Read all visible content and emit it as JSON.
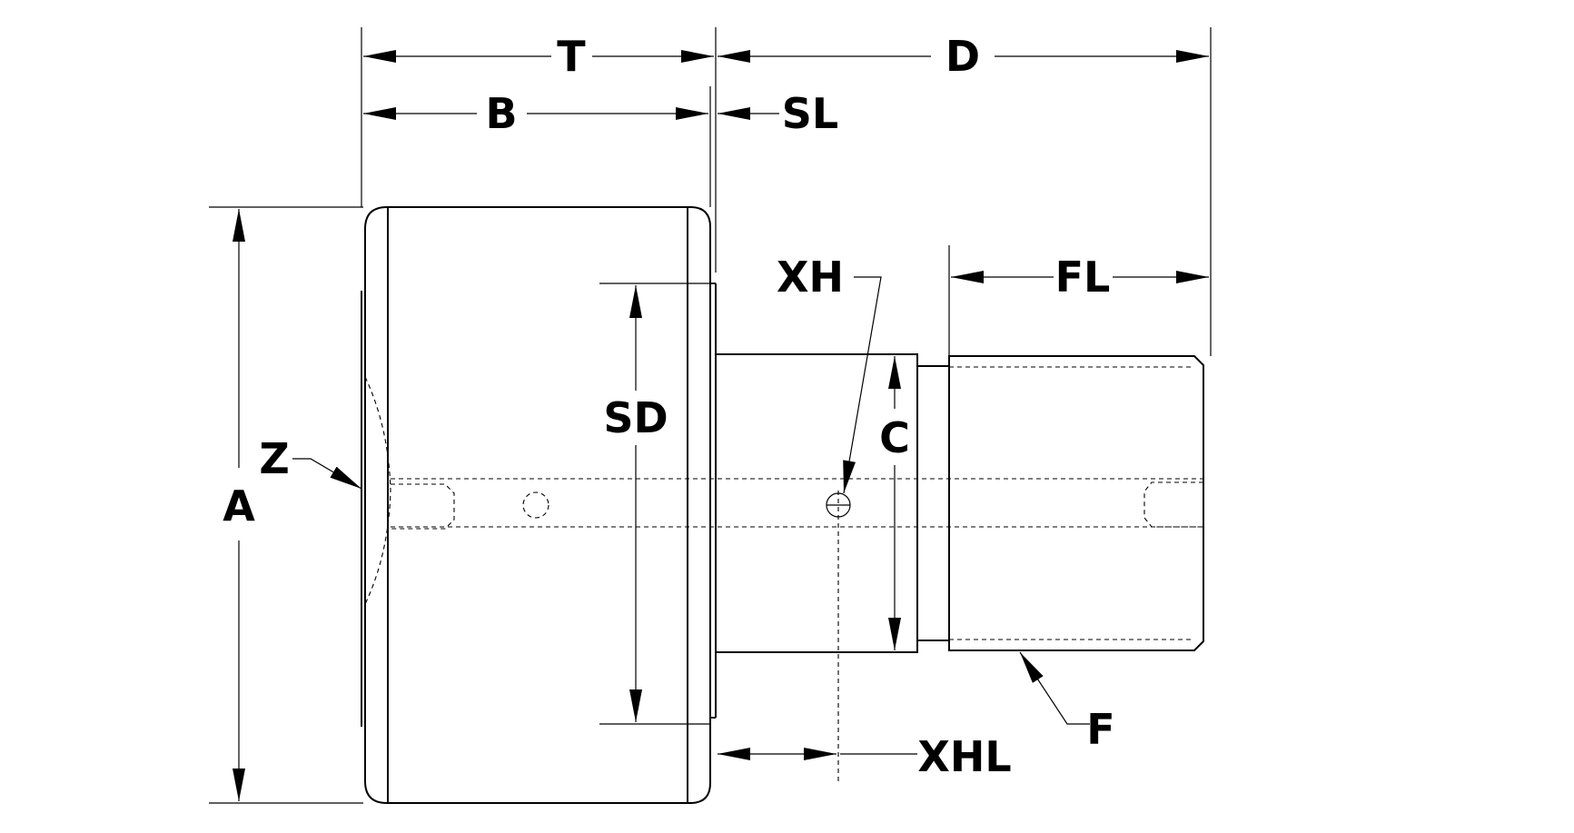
{
  "labels": {
    "T": "T",
    "D": "D",
    "B": "B",
    "SL": "SL",
    "XH": "XH",
    "FL": "FL",
    "SD": "SD",
    "C": "C",
    "Z": "Z",
    "A": "A",
    "F": "F",
    "XHL": "XHL"
  },
  "colors": {
    "line": "#000000",
    "background": "#ffffff"
  }
}
